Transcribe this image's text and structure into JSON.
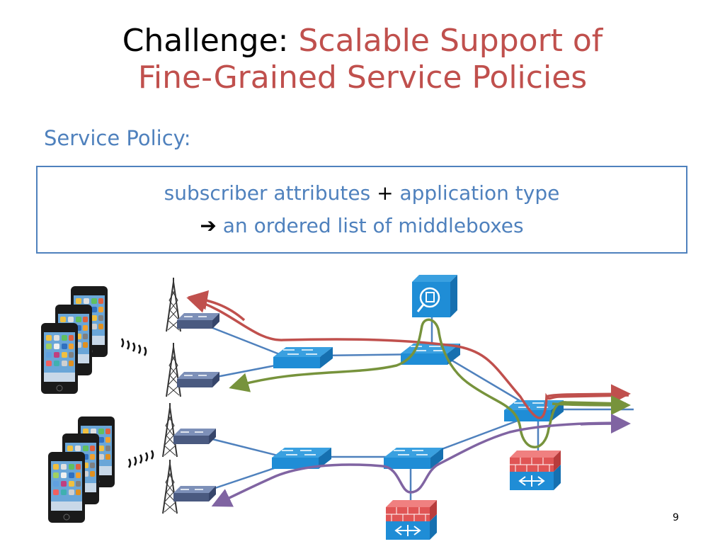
{
  "title": {
    "prefix": "Challenge: ",
    "line1_rest": "Scalable Support of",
    "line2": "Fine-Grained Service Policies"
  },
  "subtitle": "Service Policy:",
  "policy": {
    "part1": "subscriber attributes",
    "plus": "+",
    "part2": "application type",
    "arrow": "➔",
    "result": "an ordered list of middleboxes"
  },
  "page_number": "9",
  "colors": {
    "title_red": "#c0504d",
    "accent_blue": "#4f81bd",
    "flow_red": "#c0504d",
    "flow_green": "#77933c",
    "flow_purple": "#8064a2",
    "switch_blue": "#1f8dd6",
    "firewall_red": "#e05555"
  }
}
